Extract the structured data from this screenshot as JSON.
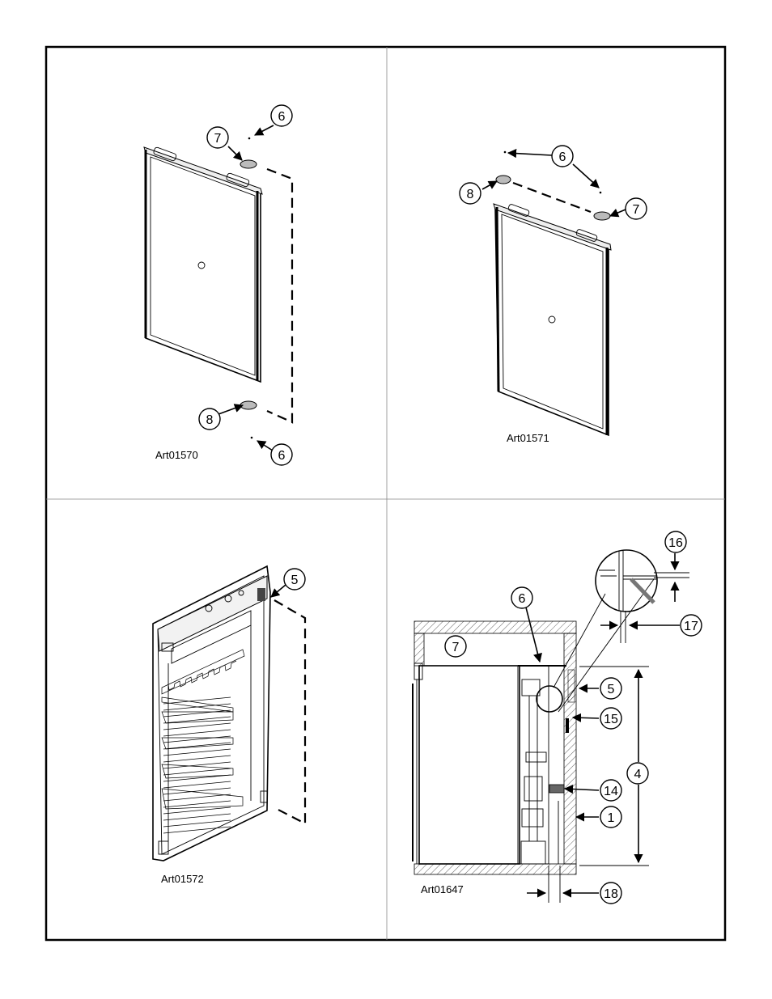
{
  "panels": [
    {
      "id": "top-left",
      "caption": "Art01570",
      "callouts": [
        "6",
        "7",
        "8",
        "6"
      ]
    },
    {
      "id": "top-right",
      "caption": "Art01571",
      "callouts": [
        "6",
        "8",
        "7"
      ]
    },
    {
      "id": "bottom-left",
      "caption": "Art01572",
      "callouts": [
        "5"
      ]
    },
    {
      "id": "bottom-right",
      "caption": "Art01647",
      "callouts": [
        "16",
        "6",
        "17",
        "7",
        "5",
        "15",
        "4",
        "14",
        "1",
        "18"
      ]
    }
  ]
}
